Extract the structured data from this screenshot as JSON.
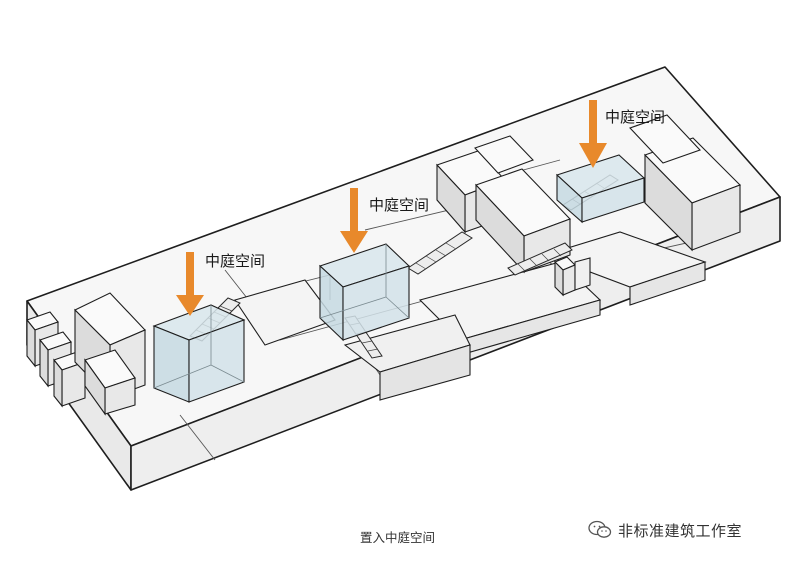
{
  "diagram": {
    "courtyards": [
      {
        "label": "中庭空间"
      },
      {
        "label": "中庭空间"
      },
      {
        "label": "中庭空间"
      }
    ]
  },
  "caption": "置入中庭空间",
  "watermark": {
    "text": "非标准建筑工作室",
    "icon": "wechat-icon"
  },
  "colors": {
    "arrow": "#e8892b",
    "glass_fill": "#c9dce5",
    "block_fill": "#f2f2f2",
    "line": "#1e1e1e"
  }
}
